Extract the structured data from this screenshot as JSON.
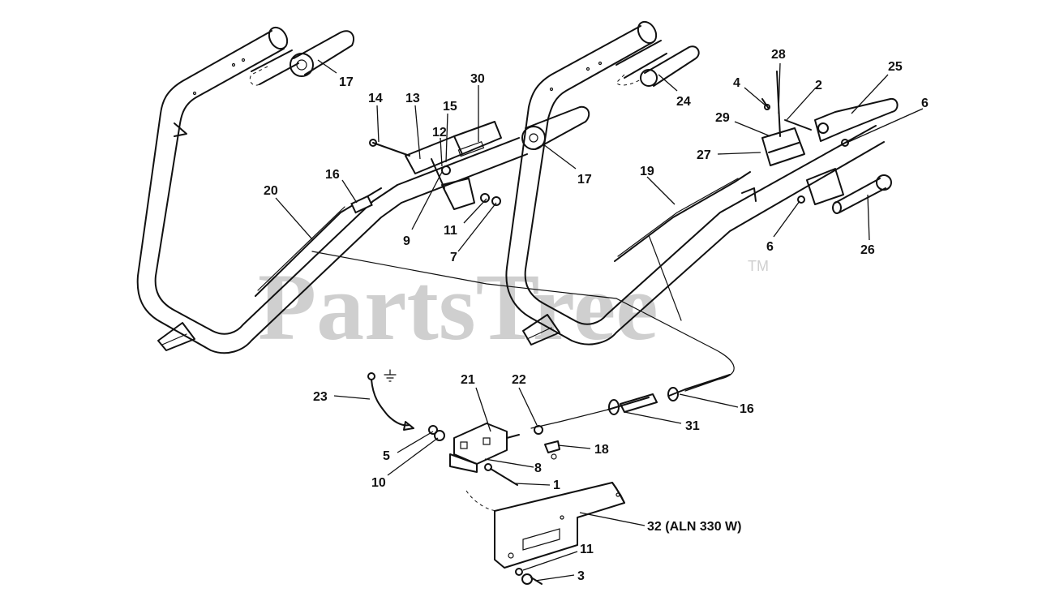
{
  "watermark": {
    "text": "PartsTree",
    "trademark": "TM"
  },
  "callouts": [
    "17",
    "14",
    "13",
    "15",
    "30",
    "12",
    "16",
    "20",
    "9",
    "11",
    "7",
    "17",
    "24",
    "4",
    "28",
    "2",
    "25",
    "6",
    "29",
    "27",
    "19",
    "6",
    "26",
    "23",
    "21",
    "22",
    "16",
    "31",
    "5",
    "10",
    "8",
    "18",
    "1",
    "32 (ALN 330 W)",
    "11",
    "3"
  ]
}
